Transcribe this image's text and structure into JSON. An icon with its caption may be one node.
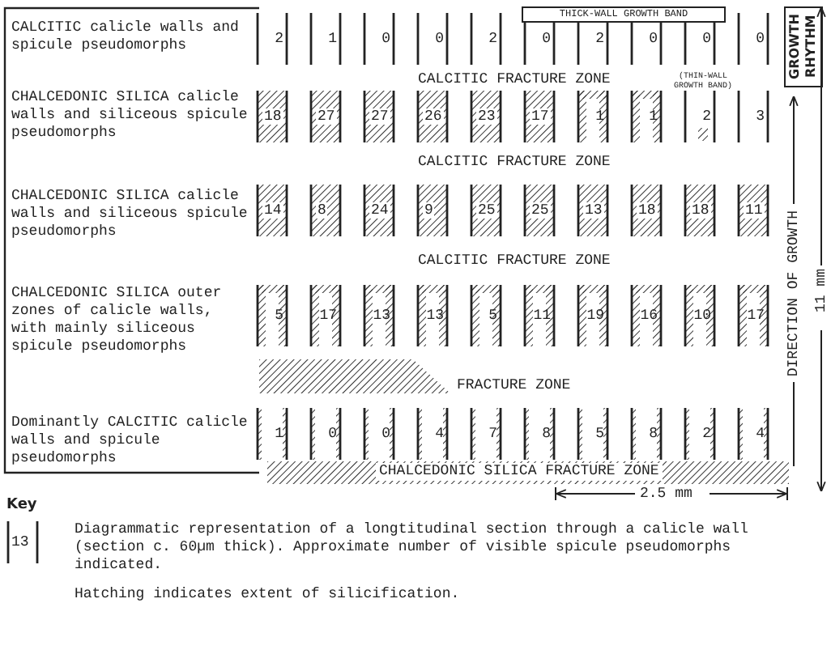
{
  "diagram": {
    "labels": [
      "CALCITIC calicle walls and spicule pseudomorphs",
      "THICK-WALL GROWTH BAND",
      "2",
      "1",
      "0",
      "0",
      "2",
      "0",
      "2",
      "0",
      "0",
      "0",
      "GROWTH RHYTHM",
      "CALCITIC FRACTURE ZONE",
      "(THIN-WALL GROWTH BAND)",
      "CHALCEDONIC SILICA calicle walls and siliceous spicule pseudomorphs",
      "18",
      "27",
      "27",
      "26",
      "23",
      "17",
      "1",
      "1",
      "2",
      "3",
      "CALCITIC FRACTURE ZONE",
      "CHALCEDONIC SILICA calicle walls and siliceous spicule pseudomorphs",
      "14",
      "8",
      "24",
      "9",
      "25",
      "25",
      "13",
      "18",
      "18",
      "11",
      "DIRECTION OF GROWTH",
      "11 mm",
      "CALCITIC FRACTURE ZONE",
      "CHALCEDONIC SILICA outer zones of calicle walls, with mainly siliceous spicule pseudomorphs",
      "5",
      "17",
      "13",
      "13",
      "5",
      "11",
      "19",
      "16",
      "10",
      "17",
      "FRACTURE ZONE",
      "Dominantly CALCITIC calicle walls and spicule pseudomorphs",
      "1",
      "0",
      "0",
      "4",
      "7",
      "8",
      "5",
      "8",
      "2",
      "4",
      "CHALCEDONIC SILICA FRACTURE ZONE",
      "2.5 mm",
      "Key",
      "13",
      "Diagrammatic representation of a longtitudinal section through a calicle wall (section c. 60µm thick). Approximate number of visible spicule pseudomorphs indicated.",
      "Hatching indicates extent of silicification."
    ]
  }
}
